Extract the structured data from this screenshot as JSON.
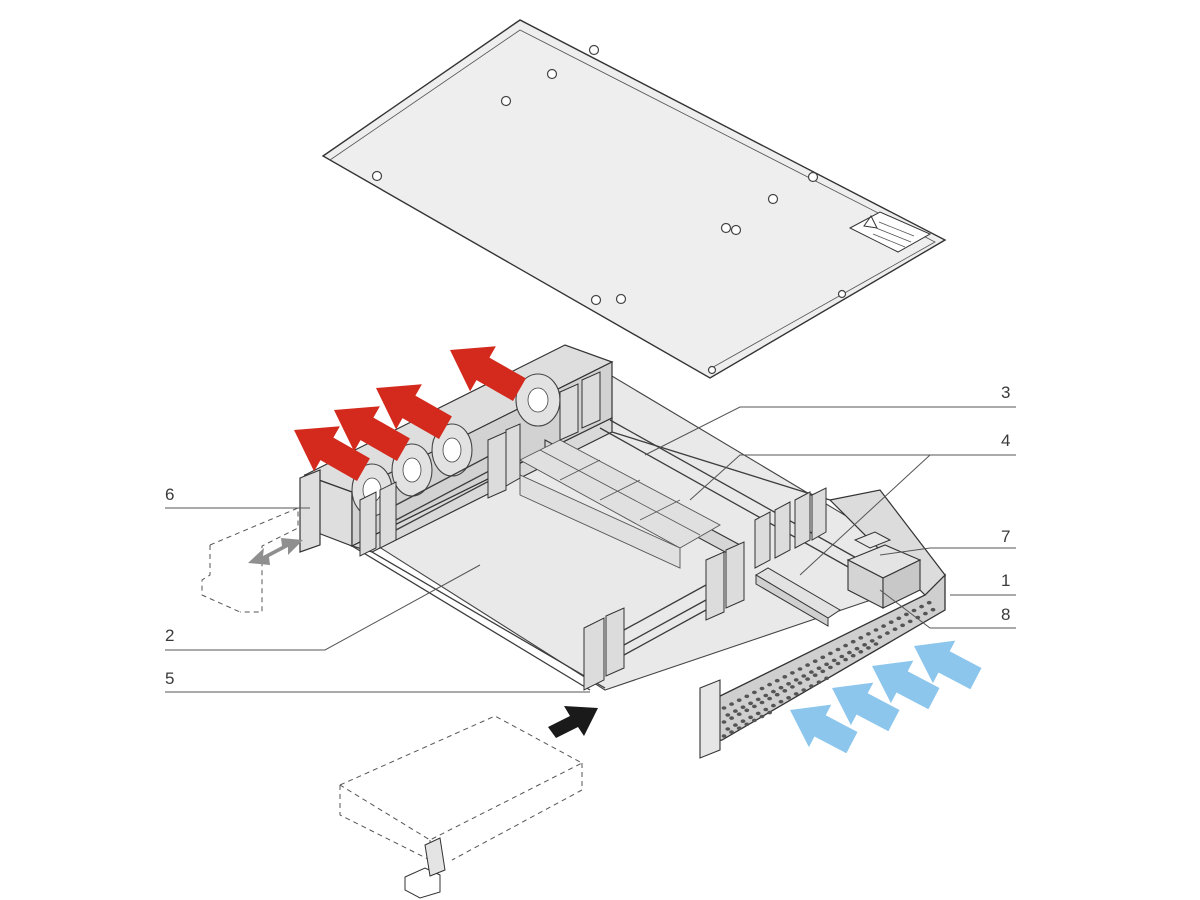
{
  "labels": {
    "l1": "1",
    "l2": "2",
    "l3": "3",
    "l4": "4",
    "l5": "5",
    "l6": "6",
    "l7": "7",
    "l8": "8"
  },
  "colors": {
    "exhaust_arrow": "#d42a1e",
    "intake_arrow": "#8cc6ec",
    "insert_arrow": "#1a1a1a",
    "slide_arrow": "#8f8f8f",
    "line": "#333333"
  }
}
